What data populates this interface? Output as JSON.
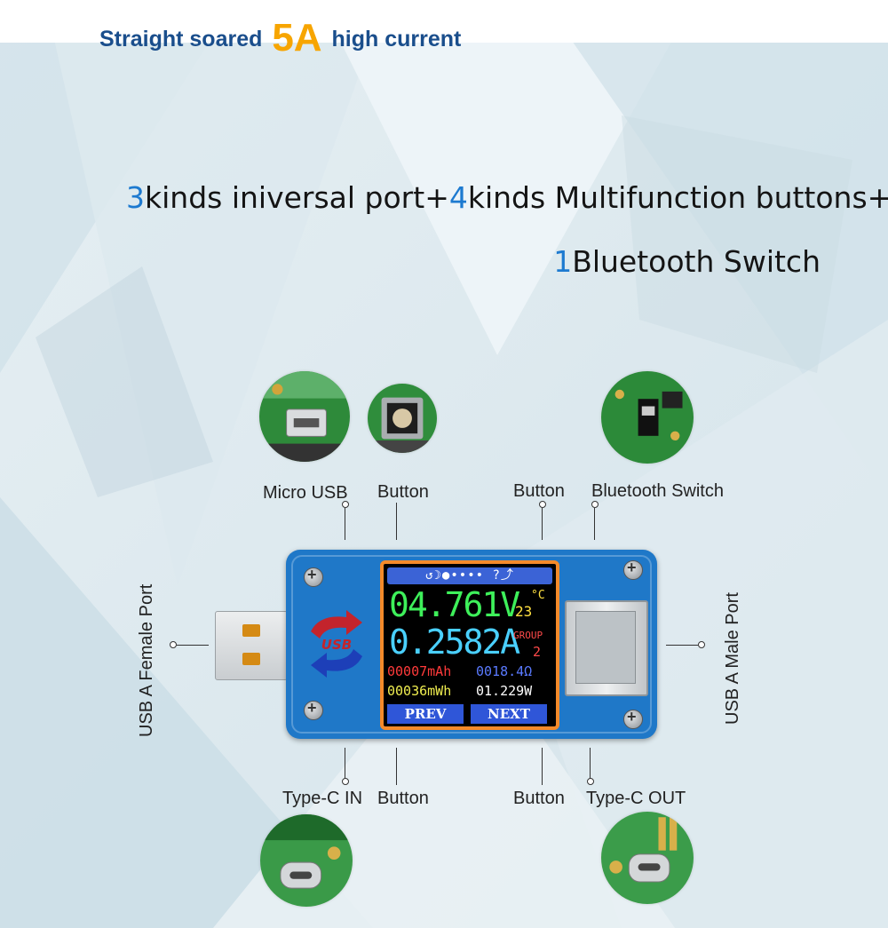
{
  "headline": {
    "before": "Straight soared",
    "big": "5A",
    "after": "high current"
  },
  "feature_line": {
    "n1": "3",
    "t1": "kinds iniversal port+",
    "n2": "4",
    "t2": "kinds Multifunction buttons+",
    "n3": "1",
    "t3": "Bluetooth Switch"
  },
  "labels": {
    "micro_usb": "Micro USB",
    "button_top_left": "Button",
    "button_top_right": "Button",
    "bluetooth_switch": "Bluetooth Switch",
    "type_c_in": "Type-C IN",
    "button_bottom_left": "Button",
    "button_bottom_right": "Button",
    "type_c_out": "Type-C OUT",
    "usb_a_female": "USB A  Female Port",
    "usb_a_male": "USB A  Male Port"
  },
  "lcd": {
    "status_bar": "↺☽●•••• ?⤴",
    "voltage": "04.761V",
    "temp_unit": "°C",
    "temp": "23",
    "current": "0.2582A",
    "group_label": "GROUP",
    "group_num": "2",
    "capacity_mah": "00007mAh",
    "resistance": "0018.4Ω",
    "energy_mwh": "00036mWh",
    "power": "01.229W",
    "prev": "PREV",
    "next": "NEXT"
  },
  "device_logo": "USB",
  "colors": {
    "accent_orange": "#f7a500",
    "headline_blue": "#1a4e8c",
    "number_blue": "#1d7ad0",
    "device_blue": "#1f78c8"
  }
}
